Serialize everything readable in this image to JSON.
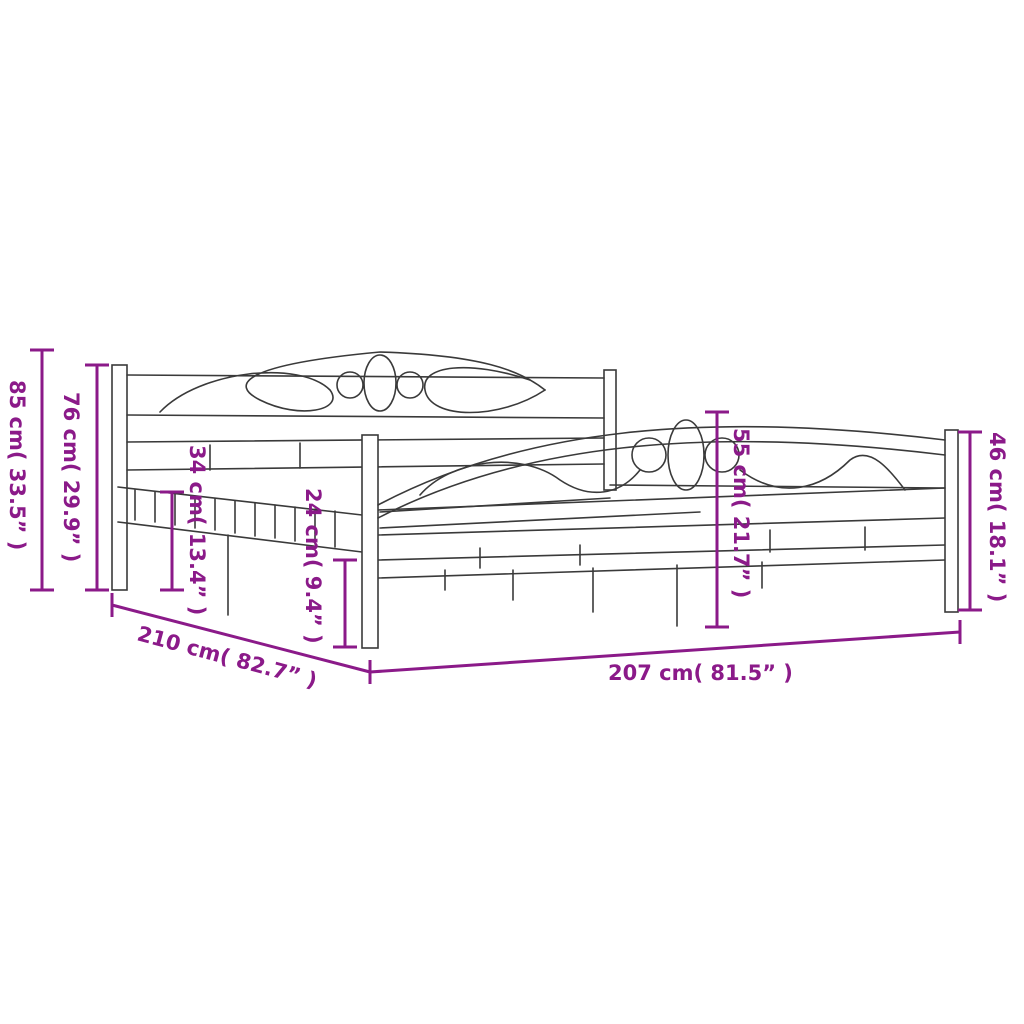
{
  "diagram": {
    "dimension_color": "#8b1a89",
    "dimensions": {
      "total_height": "85 cm( 33.5” )",
      "headboard_height": "76 cm( 29.9” )",
      "frame_height": "34 cm( 13.4” )",
      "under_bed_clearance": "24 cm( 9.4” )",
      "footboard_height": "55 cm( 21.7” )",
      "footboard_post_height": "46 cm( 18.1” )",
      "length": "210 cm( 82.7” )",
      "width": "207 cm( 81.5” )"
    }
  }
}
